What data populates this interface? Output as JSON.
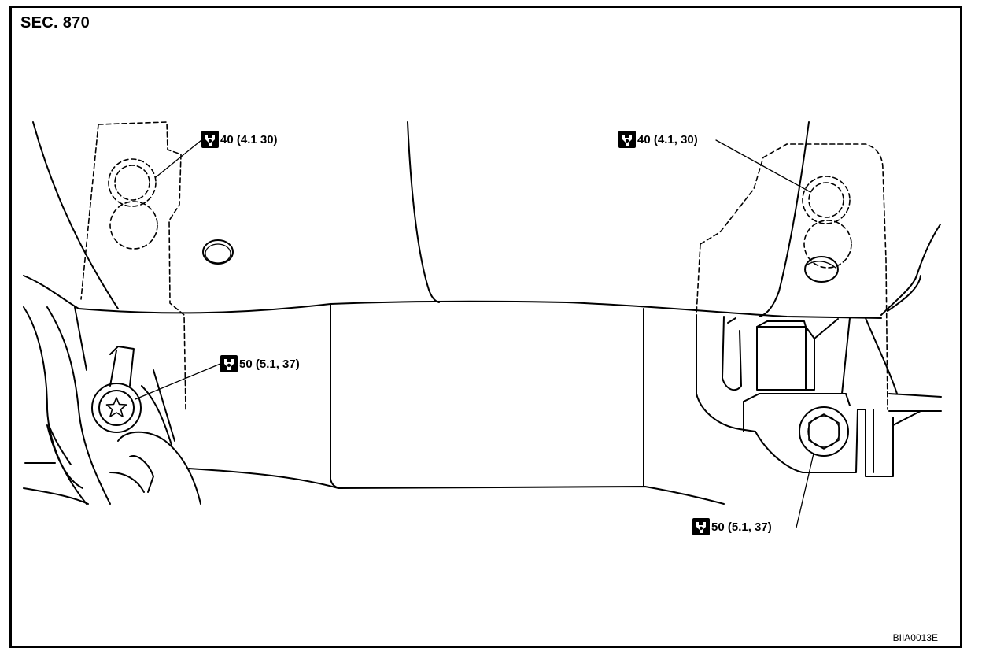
{
  "section_label": "SEC. 870",
  "diagram_code": "BIIA0013E",
  "callouts": [
    {
      "value": "40 (4.1 30)",
      "icon": "torque-wrench-icon"
    },
    {
      "value": "40 (4.1, 30)",
      "icon": "torque-wrench-icon"
    },
    {
      "value": "50 (5.1, 37)",
      "icon": "torque-wrench-icon"
    },
    {
      "value": "50 (5.1, 37)",
      "icon": "torque-wrench-icon"
    }
  ],
  "colors": {
    "line": "#000000",
    "background": "#ffffff"
  }
}
